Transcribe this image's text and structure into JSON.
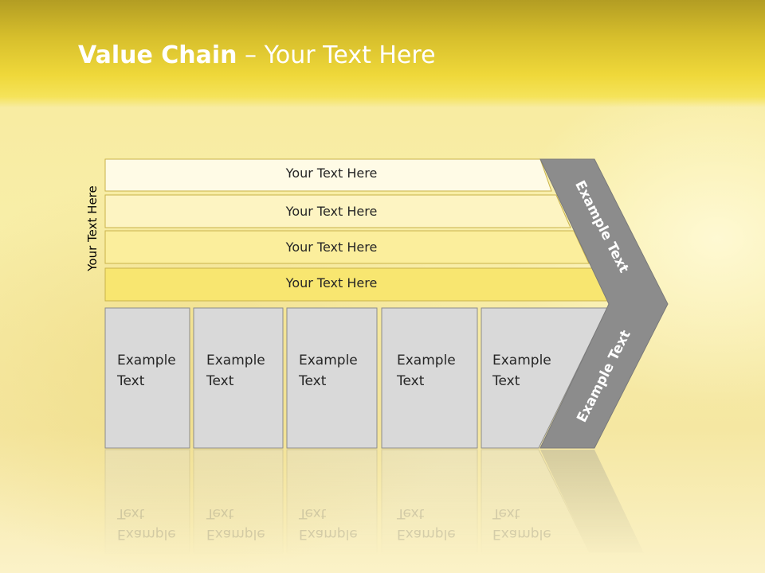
{
  "title": {
    "bold": "Value Chain",
    "rest": " – Your Text Here"
  },
  "vertical_label": "Your Text Here",
  "rows": [
    {
      "label": "Your Text Here",
      "fill": "#fffbe6"
    },
    {
      "label": "Your Text Here",
      "fill": "#fdf4c2"
    },
    {
      "label": "Your Text Here",
      "fill": "#fbee9c"
    },
    {
      "label": "Your Text Here",
      "fill": "#f8e670"
    }
  ],
  "boxes": [
    {
      "label": "Example\nText"
    },
    {
      "label": "Example\nText"
    },
    {
      "label": "Example\nText"
    },
    {
      "label": "Example\nText"
    },
    {
      "label": "Example\nText"
    }
  ],
  "chevron_labels": {
    "upper": "Example Text",
    "lower": "Example Text"
  },
  "colors": {
    "box_fill": "#d9d9d9",
    "chevron_fill": "#8c8c8c",
    "row_border": "#c9b24a"
  }
}
